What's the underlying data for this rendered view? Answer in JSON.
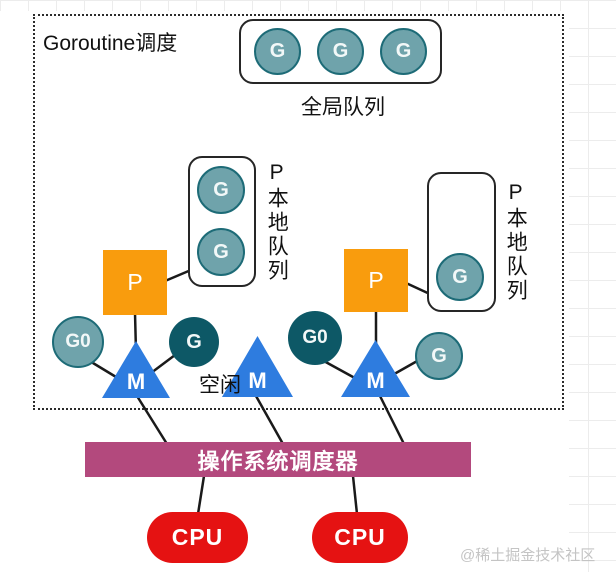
{
  "title": "Goroutine调度",
  "global_queue": {
    "label": "全局队列",
    "items": [
      "G",
      "G",
      "G"
    ]
  },
  "left_local_queue": {
    "label": "P本地队列",
    "items": [
      "G",
      "G"
    ]
  },
  "right_local_queue": {
    "label": "P本地队列",
    "items": [
      "G"
    ]
  },
  "processors": {
    "left": "P",
    "right": "P"
  },
  "machines": {
    "left": "M",
    "middle": "M",
    "right": "M"
  },
  "g0": {
    "left": "G0",
    "right": "G0"
  },
  "running_g": {
    "left": "G",
    "right": "G"
  },
  "idle_label": "空闲",
  "os_scheduler_label": "操作系统调度器",
  "cpus": [
    "CPU",
    "CPU"
  ],
  "watermark": "@稀土掘金技术社区",
  "colors": {
    "g_light_fill": "#6FA3AB",
    "g_light_border": "#1D6B77",
    "g_dark_fill": "#0D5866",
    "p_fill": "#F99C0D",
    "m_fill": "#2E7CDF",
    "os_bar_fill": "#B3497D",
    "cpu_fill": "#E51212",
    "connector_line": "#1A1A1A"
  }
}
